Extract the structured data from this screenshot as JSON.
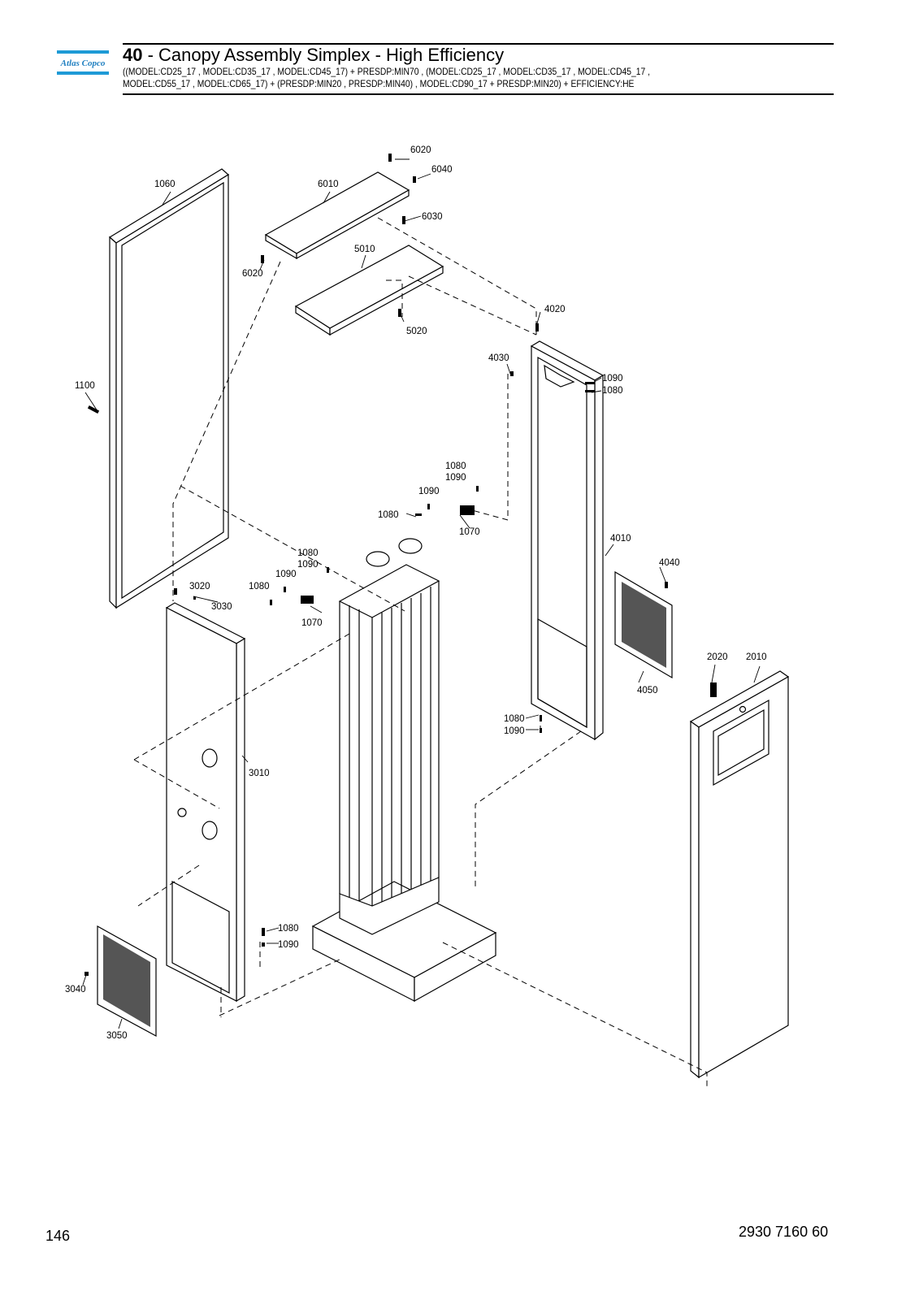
{
  "header": {
    "logo_text": "Atlas Copco",
    "section_number": "40",
    "title_text": " - Canopy Assembly Simplex - High Efficiency",
    "subtitle_line1": "((MODEL:CD25_17 , MODEL:CD35_17 , MODEL:CD45_17) + PRESDP:MIN70 , (MODEL:CD25_17 , MODEL:CD35_17 , MODEL:CD45_17 ,",
    "subtitle_line2": "MODEL:CD55_17 , MODEL:CD65_17) + (PRESDP:MIN20 , PRESDP:MIN40) , MODEL:CD90_17 + PRESDP:MIN20) + EFFICIENCY:HE"
  },
  "callouts": {
    "c6020a": "6020",
    "c6040": "6040",
    "c1060": "1060",
    "c6010": "6010",
    "c6030": "6030",
    "c6020b": "6020",
    "c5010": "5010",
    "c5020": "5020",
    "c4020": "4020",
    "c4030": "4030",
    "c1090a": "1090",
    "c1080a": "1080",
    "c1100": "1100",
    "c1080b": "1080",
    "c1090b": "1090",
    "c1090c": "1090",
    "c1080c": "1080",
    "c1070a": "1070",
    "c4010": "4010",
    "c4040": "4040",
    "c1080d": "1080",
    "c1090d": "1090",
    "c1090e": "1090",
    "c1080e": "1080",
    "c3020": "3020",
    "c3030": "3030",
    "c1070b": "1070",
    "c2020": "2020",
    "c2010": "2010",
    "c4050": "4050",
    "c1080f": "1080",
    "c1090f": "1090",
    "c3010": "3010",
    "c1080g": "1080",
    "c1090g": "1090",
    "c3040": "3040",
    "c3050": "3050"
  },
  "footer": {
    "page_number": "146",
    "document_number": "2930 7160 60"
  }
}
